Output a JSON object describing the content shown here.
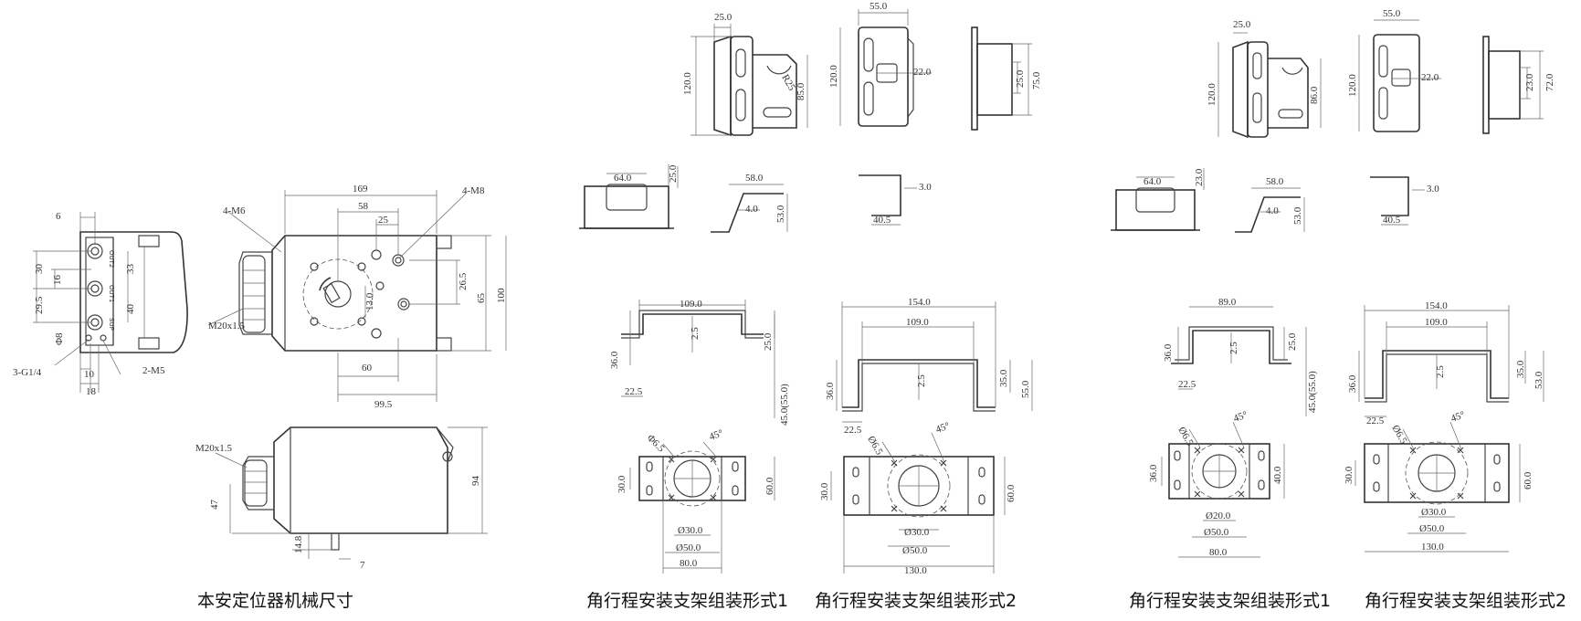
{
  "captions": {
    "positioner": "本安定位器机械尺寸",
    "left_form1": "角行程安装支架组装形式1",
    "left_form2": "角行程安装支架组装形式2",
    "right_form1": "角行程安装支架组装形式1",
    "right_form2": "角行程安装支架组装形式2"
  },
  "positioner": {
    "left": {
      "d6": "6",
      "d30": "30",
      "d16": "16",
      "d33": "33",
      "d40": "40",
      "d29_5": "29.5",
      "phi8": "Φ8",
      "g14": "3-G1/4",
      "d10": "10",
      "d18": "18",
      "m5": "2-M5",
      "out2": "OUT2",
      "out1": "OUT1",
      "sup": "SUP"
    },
    "top": {
      "d169": "169",
      "m6": "4-M6",
      "m8": "4-M8",
      "d58": "58",
      "d25": "25",
      "d26_5": "26.5",
      "d65": "65",
      "d100": "100",
      "d13": "13.0",
      "m20": "M20x1.5",
      "d60": "60",
      "d99_5": "99.5"
    },
    "side": {
      "m20": "M20x1.5",
      "d47": "47",
      "d94": "94",
      "d14_8": "14.8",
      "d7": "7"
    }
  },
  "left_set": {
    "b1": {
      "d25": "25.0",
      "d120": "120.0",
      "r25": "R25",
      "d85": "85.0"
    },
    "b2": {
      "d55": "55.0",
      "d120": "120.0",
      "d22": "22.0"
    },
    "b3": {
      "d25": "25.0",
      "d75": "75.0"
    },
    "b1f": {
      "d64": "64.0",
      "d25": "25.0"
    },
    "b2f": {
      "d58": "58.0",
      "d4": "4.0",
      "d53": "53.0"
    },
    "b3f": {
      "d3": "3.0",
      "d40_5": "40.5"
    },
    "f1": {
      "d109": "109.0",
      "d36": "36.0",
      "d25": "25.0",
      "d2_5": "2.5",
      "d22_5": "22.5",
      "d45": "45.0(55.0)",
      "phi6_5": "Φ6.5",
      "a45": "45°",
      "d30": "30.0",
      "d60": "60.0",
      "phi30": "Ø30.0",
      "phi50": "Ø50.0",
      "d80": "80.0"
    },
    "f2": {
      "d154": "154.0",
      "d109": "109.0",
      "d36": "36.0",
      "d35": "35.0",
      "d55": "55.0",
      "d2_5": "2.5",
      "d22_5": "22.5",
      "phi6_5": "Ø6.5",
      "a45": "45°",
      "d30": "30.0",
      "d60": "60.0",
      "phi30": "Ø30.0",
      "phi50": "Ø50.0",
      "d130": "130.0"
    }
  },
  "right_set": {
    "b1": {
      "d25": "25.0",
      "d120": "120.0",
      "d86": "86.0"
    },
    "b2": {
      "d55": "55.0",
      "d120": "120.0",
      "d22": "22.0"
    },
    "b3": {
      "d23": "23.0",
      "d72": "72.0"
    },
    "b1f": {
      "d64": "64.0",
      "d23": "23.0"
    },
    "b2f": {
      "d58": "58.0",
      "d4": "4.0",
      "d53": "53.0"
    },
    "b3f": {
      "d3": "3.0",
      "d40_5": "40.5"
    },
    "f1": {
      "d89": "89.0",
      "d36": "36.0",
      "d2_5": "2.5",
      "d22_5": "22.5",
      "d25": "25.0",
      "d45": "45.0(55.0)",
      "phi6_5": "Ø6.5",
      "a45": "45°",
      "d36b": "36.0",
      "d40": "40.0",
      "phi20": "Ø20.0",
      "phi50": "Ø50.0",
      "d80": "80.0"
    },
    "f2": {
      "d154": "154.0",
      "d109": "109.0",
      "d36": "36.0",
      "d35": "35.0",
      "d53": "53.0",
      "d2_5": "2.5",
      "d22_5": "22.5",
      "phi6_5": "Ø6.5",
      "a45": "45°",
      "d30": "30.0",
      "d60": "60.0",
      "phi30": "Ø30.0",
      "phi50": "Ø50.0",
      "d130": "130.0"
    }
  }
}
